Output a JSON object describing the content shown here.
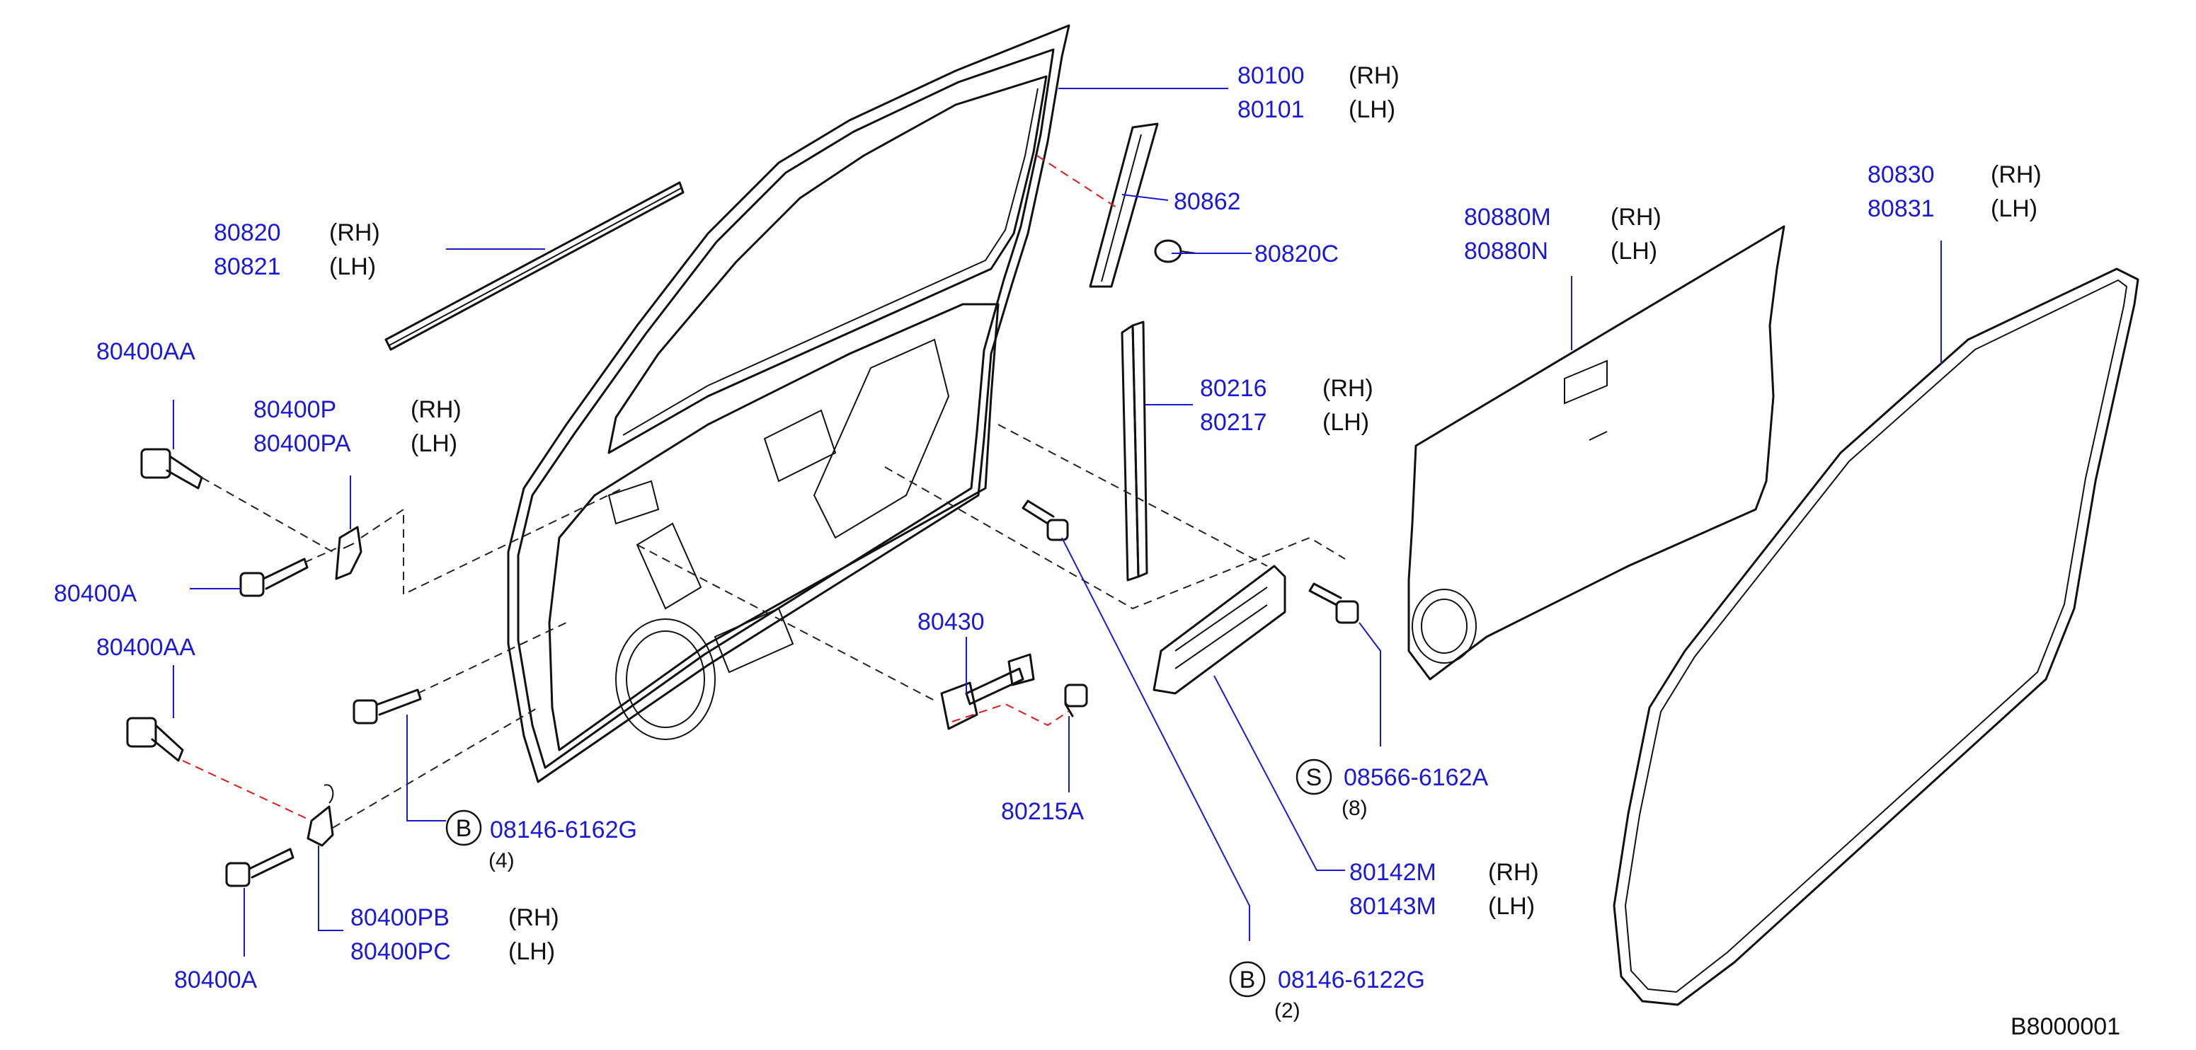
{
  "diagram_code": "B8000001",
  "callouts": {
    "door_panel": {
      "pn1": "80100",
      "side1": "(RH)",
      "pn2": "80101",
      "side2": "(LH)"
    },
    "weatherstrip_outer": {
      "pn1": "80820",
      "side1": "(RH)",
      "pn2": "80821",
      "side2": "(LH)"
    },
    "seal_80862": {
      "pn1": "80862"
    },
    "clip_80820c": {
      "pn1": "80820C"
    },
    "sash_80216": {
      "pn1": "80216",
      "side1": "(RH)",
      "pn2": "80217",
      "side2": "(LH)"
    },
    "sealing_screen": {
      "pn1": "80880M",
      "side1": "(RH)",
      "pn2": "80880N",
      "side2": "(LH)"
    },
    "weatherstrip_door": {
      "pn1": "80830",
      "side1": "(RH)",
      "pn2": "80831",
      "side2": "(LH)"
    },
    "bolt_80400aa_top": {
      "pn1": "80400AA"
    },
    "hinge_upper": {
      "pn1": "80400P",
      "side1": "(RH)",
      "pn2": "80400PA",
      "side2": "(LH)"
    },
    "bolt_80400a_top": {
      "pn1": "80400A"
    },
    "bolt_80400aa_bottom": {
      "pn1": "80400AA"
    },
    "hinge_lower": {
      "pn1": "80400PB",
      "side1": "(RH)",
      "pn2": "80400PC",
      "side2": "(LH)"
    },
    "bolt_80400a_bottom": {
      "pn1": "80400A"
    },
    "bolt_08146_6162g": {
      "prefix": "B",
      "pn1": "08146-6162G",
      "qty": "(4)"
    },
    "check_link": {
      "pn1": "80430"
    },
    "bolt_80215a": {
      "pn1": "80215A"
    },
    "bolt_08146_6122g": {
      "prefix": "B",
      "pn1": "08146-6122G",
      "qty": "(2)"
    },
    "bracket_80142m": {
      "pn1": "80142M",
      "side1": "(RH)",
      "pn2": "80143M",
      "side2": "(LH)"
    },
    "screw_08566": {
      "prefix": "S",
      "pn1": "08566-6162A",
      "qty": "(8)"
    }
  },
  "colors": {
    "part_number": "#1a1ad6",
    "leader": "#1a1ad6",
    "alt_dash": "#e01818"
  }
}
